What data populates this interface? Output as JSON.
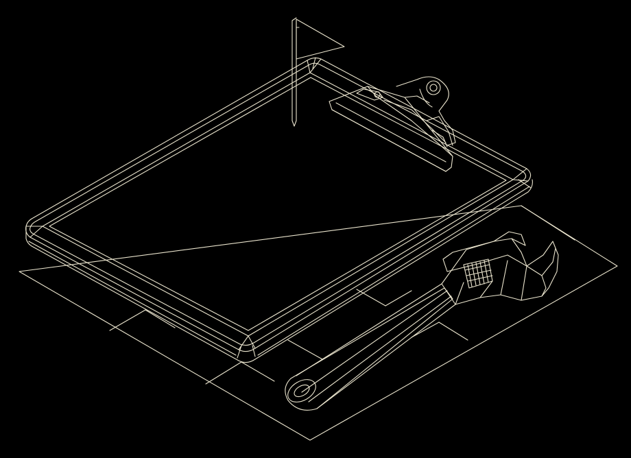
{
  "scene": {
    "background": "#000000",
    "line_color": "#ece6cf",
    "style": "isometric wireframe illustration",
    "objects": [
      "base-sheet",
      "clipboard",
      "clipboard-clip",
      "flag-pin",
      "adjustable-wrench"
    ]
  }
}
